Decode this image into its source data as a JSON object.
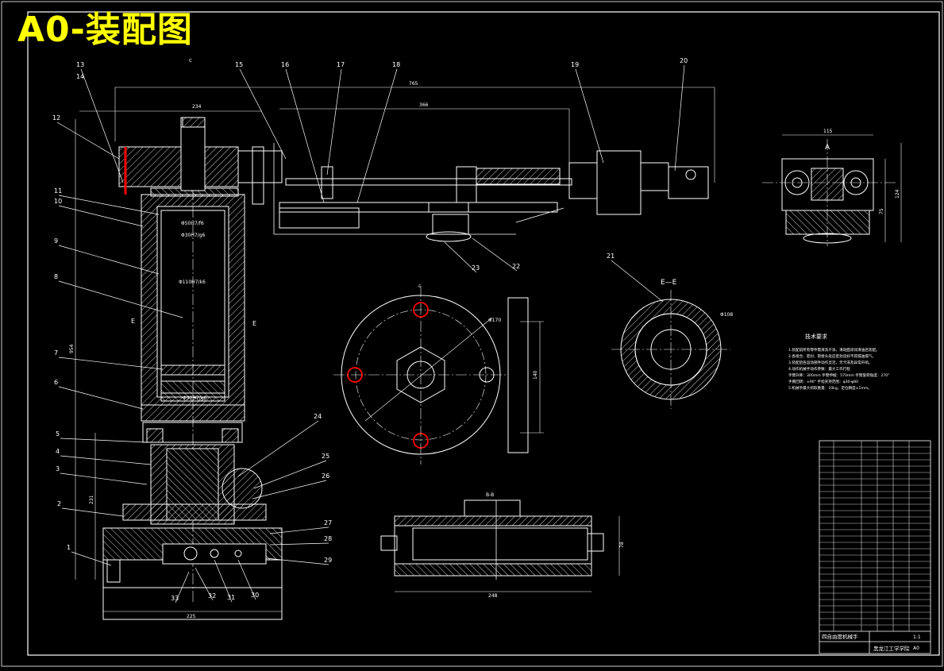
{
  "title": "A0-装配图",
  "section_label_top": "c",
  "section_arrow_label": "c",
  "side_section_label": "A",
  "view_ee_title": "E—E",
  "view_bb_title": "B-B",
  "section_e_left": "E",
  "section_e_right": "E",
  "part_numbers": [
    "1",
    "2",
    "3",
    "4",
    "5",
    "6",
    "7",
    "8",
    "9",
    "10",
    "11",
    "12",
    "13",
    "14",
    "15",
    "16",
    "17",
    "18",
    "19",
    "20",
    "21",
    "22",
    "23",
    "24",
    "25",
    "26",
    "27",
    "28",
    "29",
    "30",
    "31",
    "32",
    "33"
  ],
  "dimensions": {
    "top_overall": "765",
    "top_inner": "366",
    "column_width": "234",
    "base_width": "225",
    "side_width": "115",
    "height_full": "954",
    "height_lower": "231",
    "bb_length": "248",
    "fit_1": "Φ50H7/f6",
    "fit_2": "Φ30H7/g6",
    "fit_3": "Φ110H7/k6",
    "fit_4": "Φ30H7/g6",
    "dia_plate": "Φ170",
    "dia_ring": "Φ108",
    "plate_side": "140",
    "side_h": "75",
    "side_h2": "124",
    "bb_h": "78"
  },
  "technical_requirements": {
    "title": "技术要求",
    "lines": [
      "1.装配前所有零件需清洗干净，滑动面涂润滑油后装配。",
      "2.各接合、密封、管接头处应密封良好不得漏油漏气。",
      "3.装配后各运动部件动作灵活，无卡滞及异常声响。",
      "4.动作机械手动作参数：最大工作行程",
      "  手臂升降：300mm  手臂伸缩：570mm  手臂旋转角度：270°",
      "  手腕回转：±90°  手指夹持范围：φ30-φ80",
      "5.机械手最大抓取重量：10kg，定位精度±1mm。"
    ]
  },
  "title_block": {
    "drawing_name": "四自由度机械手",
    "school": "黑龙江工学学院",
    "scale": "1:1",
    "sheet_label": "A0"
  },
  "colors": {
    "background": "#000000",
    "line": "#ffffff",
    "title": "#ffff00",
    "hidden": "#ff0000",
    "border": "#ffffff"
  }
}
